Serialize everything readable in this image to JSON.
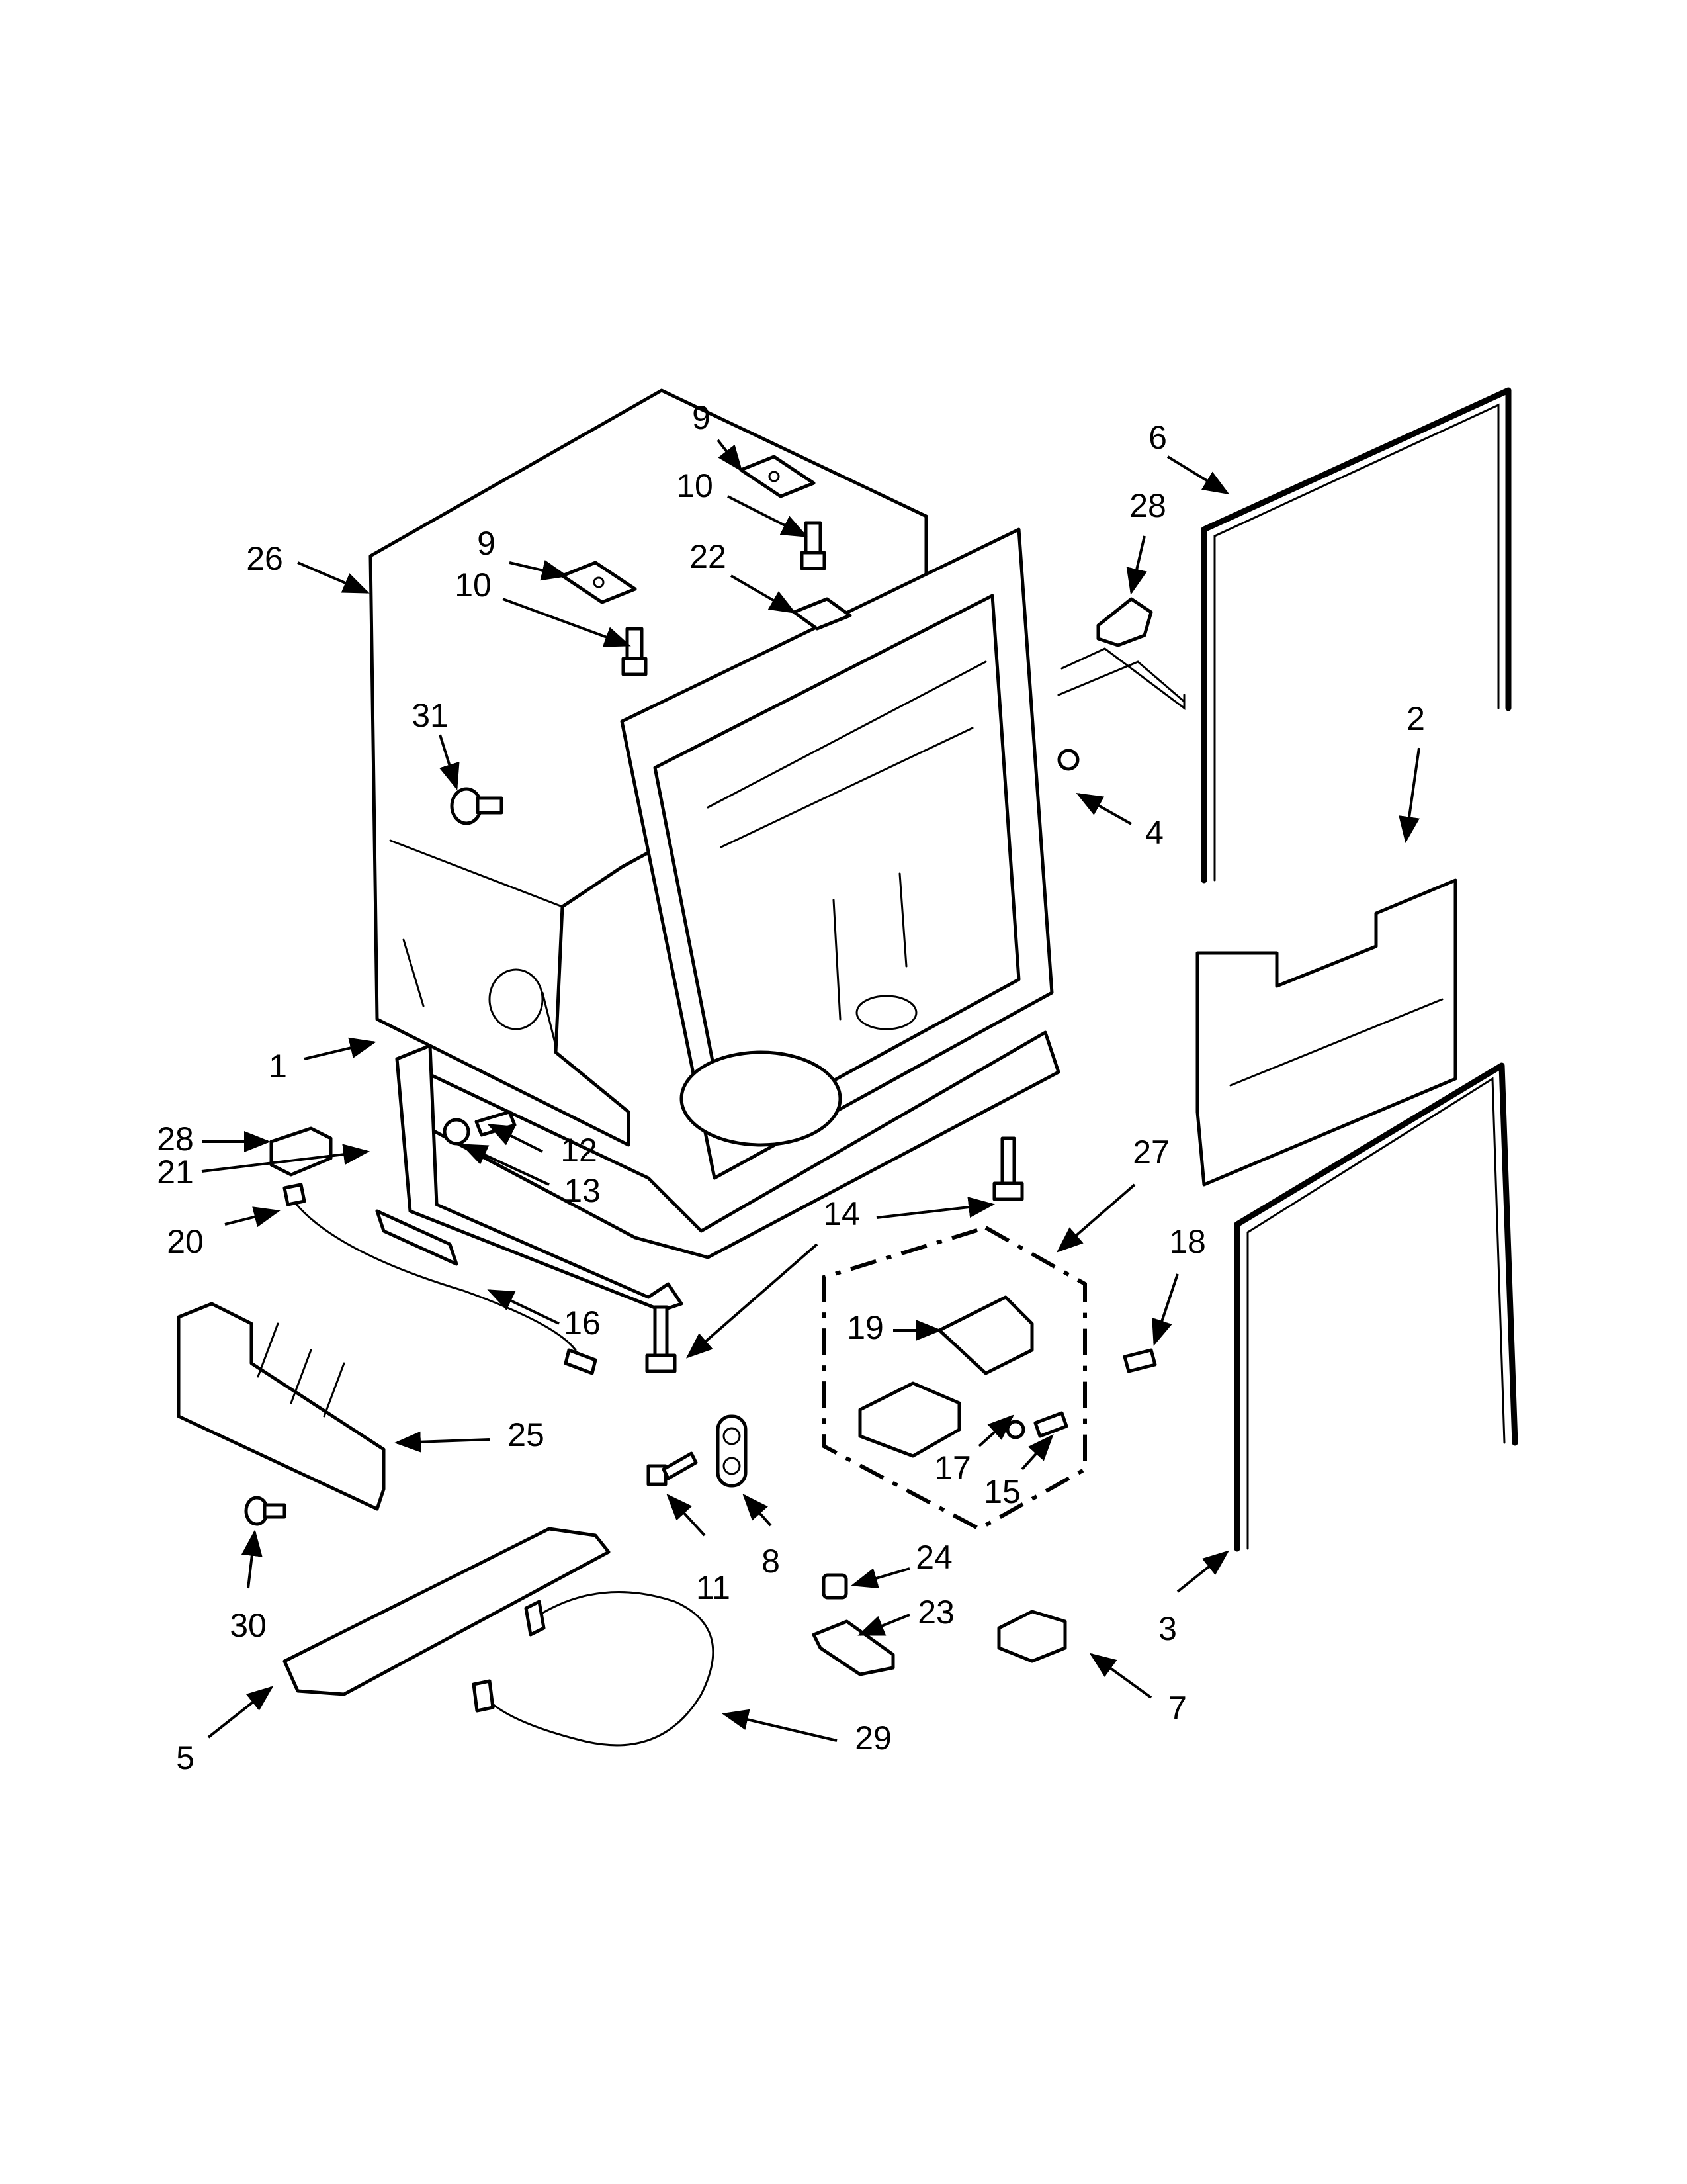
{
  "callouts": {
    "c1": "1",
    "c2": "2",
    "c3": "3",
    "c4": "4",
    "c5": "5",
    "c6": "6",
    "c7": "7",
    "c8": "8",
    "c9a": "9",
    "c9b": "9",
    "c10a": "10",
    "c10b": "10",
    "c11": "11",
    "c12": "12",
    "c13": "13",
    "c14": "14",
    "c15": "15",
    "c16": "16",
    "c17": "17",
    "c18": "18",
    "c19": "19",
    "c20": "20",
    "c21": "21",
    "c22": "22",
    "c23": "23",
    "c24": "24",
    "c25": "25",
    "c26": "26",
    "c27": "27",
    "c28a": "28",
    "c28b": "28",
    "c29": "29",
    "c30": "30",
    "c31": "31"
  }
}
